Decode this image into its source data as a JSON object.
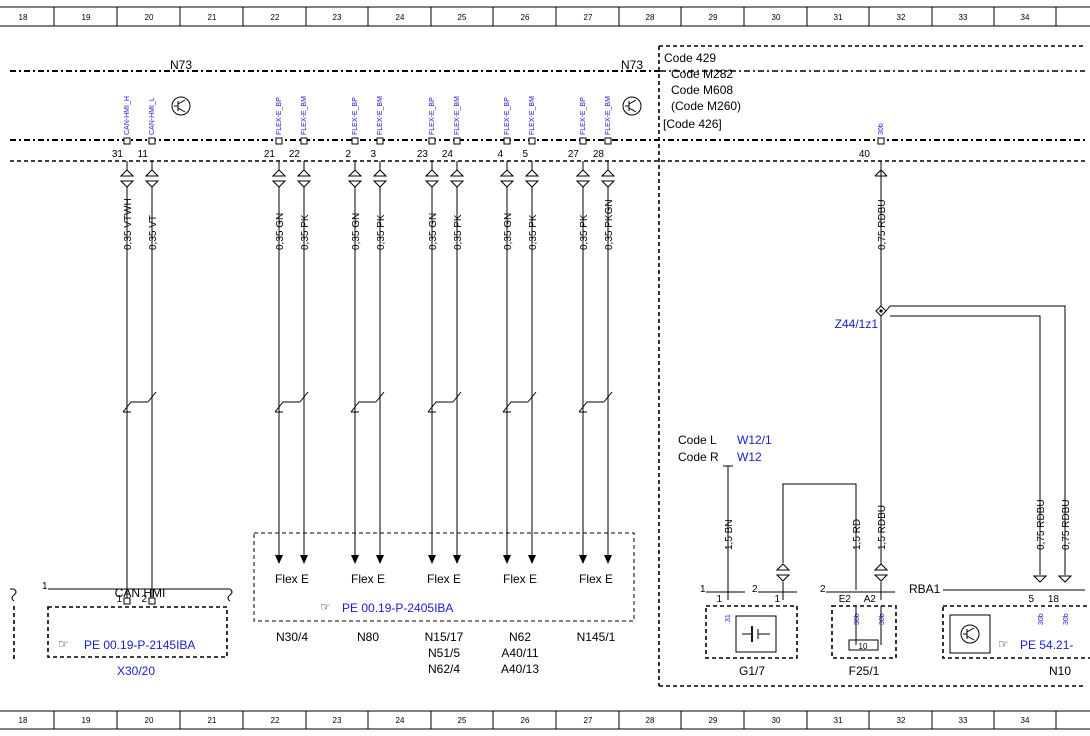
{
  "ruler": {
    "columns": [
      "18",
      "19",
      "20",
      "21",
      "22",
      "23",
      "24",
      "25",
      "26",
      "27",
      "28",
      "29",
      "30",
      "31",
      "32",
      "33",
      "34"
    ]
  },
  "n73": {
    "left_label": "N73",
    "right_label": "N73"
  },
  "codes": {
    "c1": "Code 429",
    "c2": "Code M282",
    "c3": "Code M608",
    "c4": "(Code M260)",
    "c5": "[Code 426]"
  },
  "pins": [
    {
      "num": "31",
      "sig": "CAN-HMI_H",
      "wire": "0,35 VTWH"
    },
    {
      "num": "11",
      "sig": "CAN-HMI_L",
      "wire": "0,35 VT"
    },
    {
      "num": "21",
      "sig": "FLEX-E_BP",
      "wire": "0,35 GN"
    },
    {
      "num": "22",
      "sig": "FLEX-E_BM",
      "wire": "0,35 PK"
    },
    {
      "num": "2",
      "sig": "FLEX-E_BP",
      "wire": "0,35 GN"
    },
    {
      "num": "3",
      "sig": "FLEX-E_BM",
      "wire": "0,35 PK"
    },
    {
      "num": "23",
      "sig": "FLEX-E_BP",
      "wire": "0,35 GN"
    },
    {
      "num": "24",
      "sig": "FLEX-E_BM",
      "wire": "0,35 PK"
    },
    {
      "num": "4",
      "sig": "FLEX-E_BP",
      "wire": "0,35 GN"
    },
    {
      "num": "5",
      "sig": "FLEX-E_BM",
      "wire": "0,35 PK"
    },
    {
      "num": "27",
      "sig": "FLEX-E_BP",
      "wire": "0,35 PK"
    },
    {
      "num": "28",
      "sig": "FLEX-E_BM",
      "wire": "0,35 PKGN"
    }
  ],
  "pin40": {
    "num": "40",
    "sig": "30b",
    "wire": "0,75 RDBU"
  },
  "z44": "Z44/1z1",
  "can_hmi": {
    "num": "1",
    "label": "CAN HMI",
    "p1": "1",
    "p2": "2",
    "ref": "PE 00.19-P-2145IBA",
    "connector": "X30/20"
  },
  "flex": {
    "label": "Flex E",
    "ref": "PE 00.19-P-2405IBA"
  },
  "flex_targets": [
    {
      "l1": "N30/4",
      "l2": "",
      "l3": ""
    },
    {
      "l1": "N80",
      "l2": "",
      "l3": ""
    },
    {
      "l1": "N15/17",
      "l2": "N51/5",
      "l3": "N62/4"
    },
    {
      "l1": "N62",
      "l2": "A40/11",
      "l3": "A40/13"
    },
    {
      "l1": "N145/1",
      "l2": "",
      "l3": ""
    }
  ],
  "code_l": {
    "label": "Code L",
    "val": "W12/1"
  },
  "code_r": {
    "label": "Code R",
    "val": "W12"
  },
  "wires_right": {
    "bn": "1,5 BN",
    "rd": "1,5 RD",
    "rdbu": "1,5 RDBU",
    "rdbu2": "0,75 RDBU",
    "rdbu3": "0,75 RDBU"
  },
  "g17": {
    "n1": "1",
    "n2": "2",
    "p1": "1",
    "p1s": "31",
    "p2": "1",
    "name": "G1/7"
  },
  "f251": {
    "n": "2",
    "e2": "E2",
    "a2": "A2",
    "s1": "30b",
    "s2": "30b",
    "fuse": "10",
    "name": "F25/1"
  },
  "n10": {
    "rba": "RBA1",
    "p5": "5",
    "p18": "18",
    "s5": "30b",
    "s18": "30b",
    "ref": "PE 54.21-",
    "name": "N10"
  }
}
